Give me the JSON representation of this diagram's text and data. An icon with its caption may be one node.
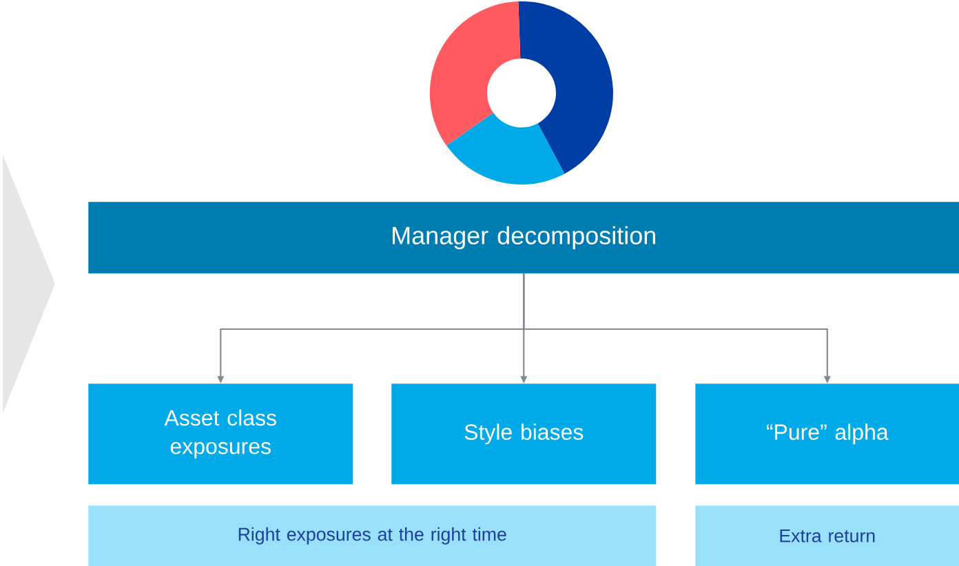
{
  "diagram": {
    "nodes": [
      {
        "text": [
          "Manager decomposition"
        ]
      },
      {
        "text": [
          "Asset class exposures"
        ]
      },
      {
        "text": [
          "Style biases"
        ]
      },
      {
        "text": [
          "“Pure” alpha"
        ]
      },
      {
        "text": [
          "Right exposures at the right time"
        ]
      },
      {
        "text": [
          "Extra return"
        ]
      }
    ],
    "edges": [
      {
        "from": 0,
        "to": 1,
        "arrow": "to"
      },
      {
        "from": 0,
        "to": 2,
        "arrow": "to"
      },
      {
        "from": 0,
        "to": 3,
        "arrow": "to"
      }
    ]
  }
}
